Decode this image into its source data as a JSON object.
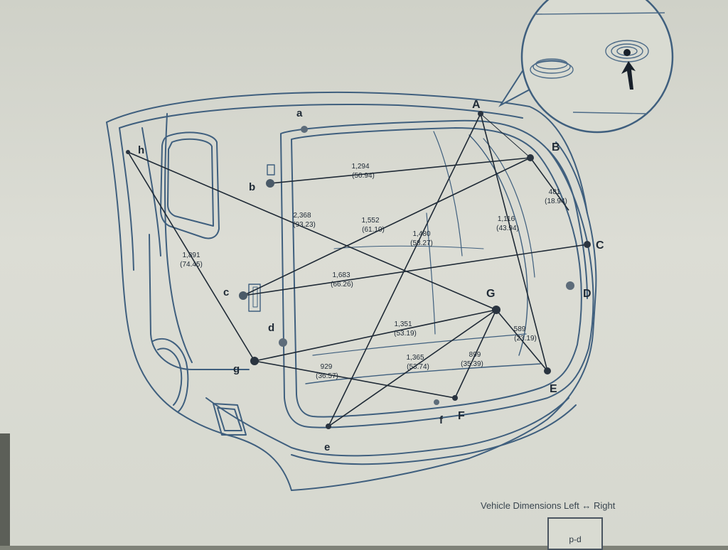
{
  "points": {
    "A": "A",
    "B": "B",
    "C": "C",
    "D": "D",
    "E": "E",
    "F": "F",
    "G": "G",
    "a": "a",
    "b": "b",
    "c": "c",
    "d": "d",
    "e": "e",
    "f": "f",
    "g": "g",
    "h": "h"
  },
  "dimensions": [
    {
      "mm": "1,294",
      "in": "(50.94)"
    },
    {
      "mm": "481",
      "in": "(18.94)"
    },
    {
      "mm": "2,368",
      "in": "(93.23)"
    },
    {
      "mm": "1,552",
      "in": "(61.10)"
    },
    {
      "mm": "1,480",
      "in": "(58.27)"
    },
    {
      "mm": "1,116",
      "in": "(43.94)"
    },
    {
      "mm": "1,891",
      "in": "(74.45)"
    },
    {
      "mm": "1,683",
      "in": "(66.26)"
    },
    {
      "mm": "1,351",
      "in": "(53.19)"
    },
    {
      "mm": "589",
      "in": "(23.19)"
    },
    {
      "mm": "1,365",
      "in": "(53.74)"
    },
    {
      "mm": "899",
      "in": "(35.39)"
    },
    {
      "mm": "929",
      "in": "(36.57)"
    }
  ],
  "caption": {
    "text": "Vehicle Dimensions Left",
    "arrow": "↔",
    "right": "Right"
  },
  "box_label": "p-d",
  "colors": {
    "ink": "#3f5f7e",
    "label": "#1f2a36",
    "paper": "#d8dad1"
  }
}
